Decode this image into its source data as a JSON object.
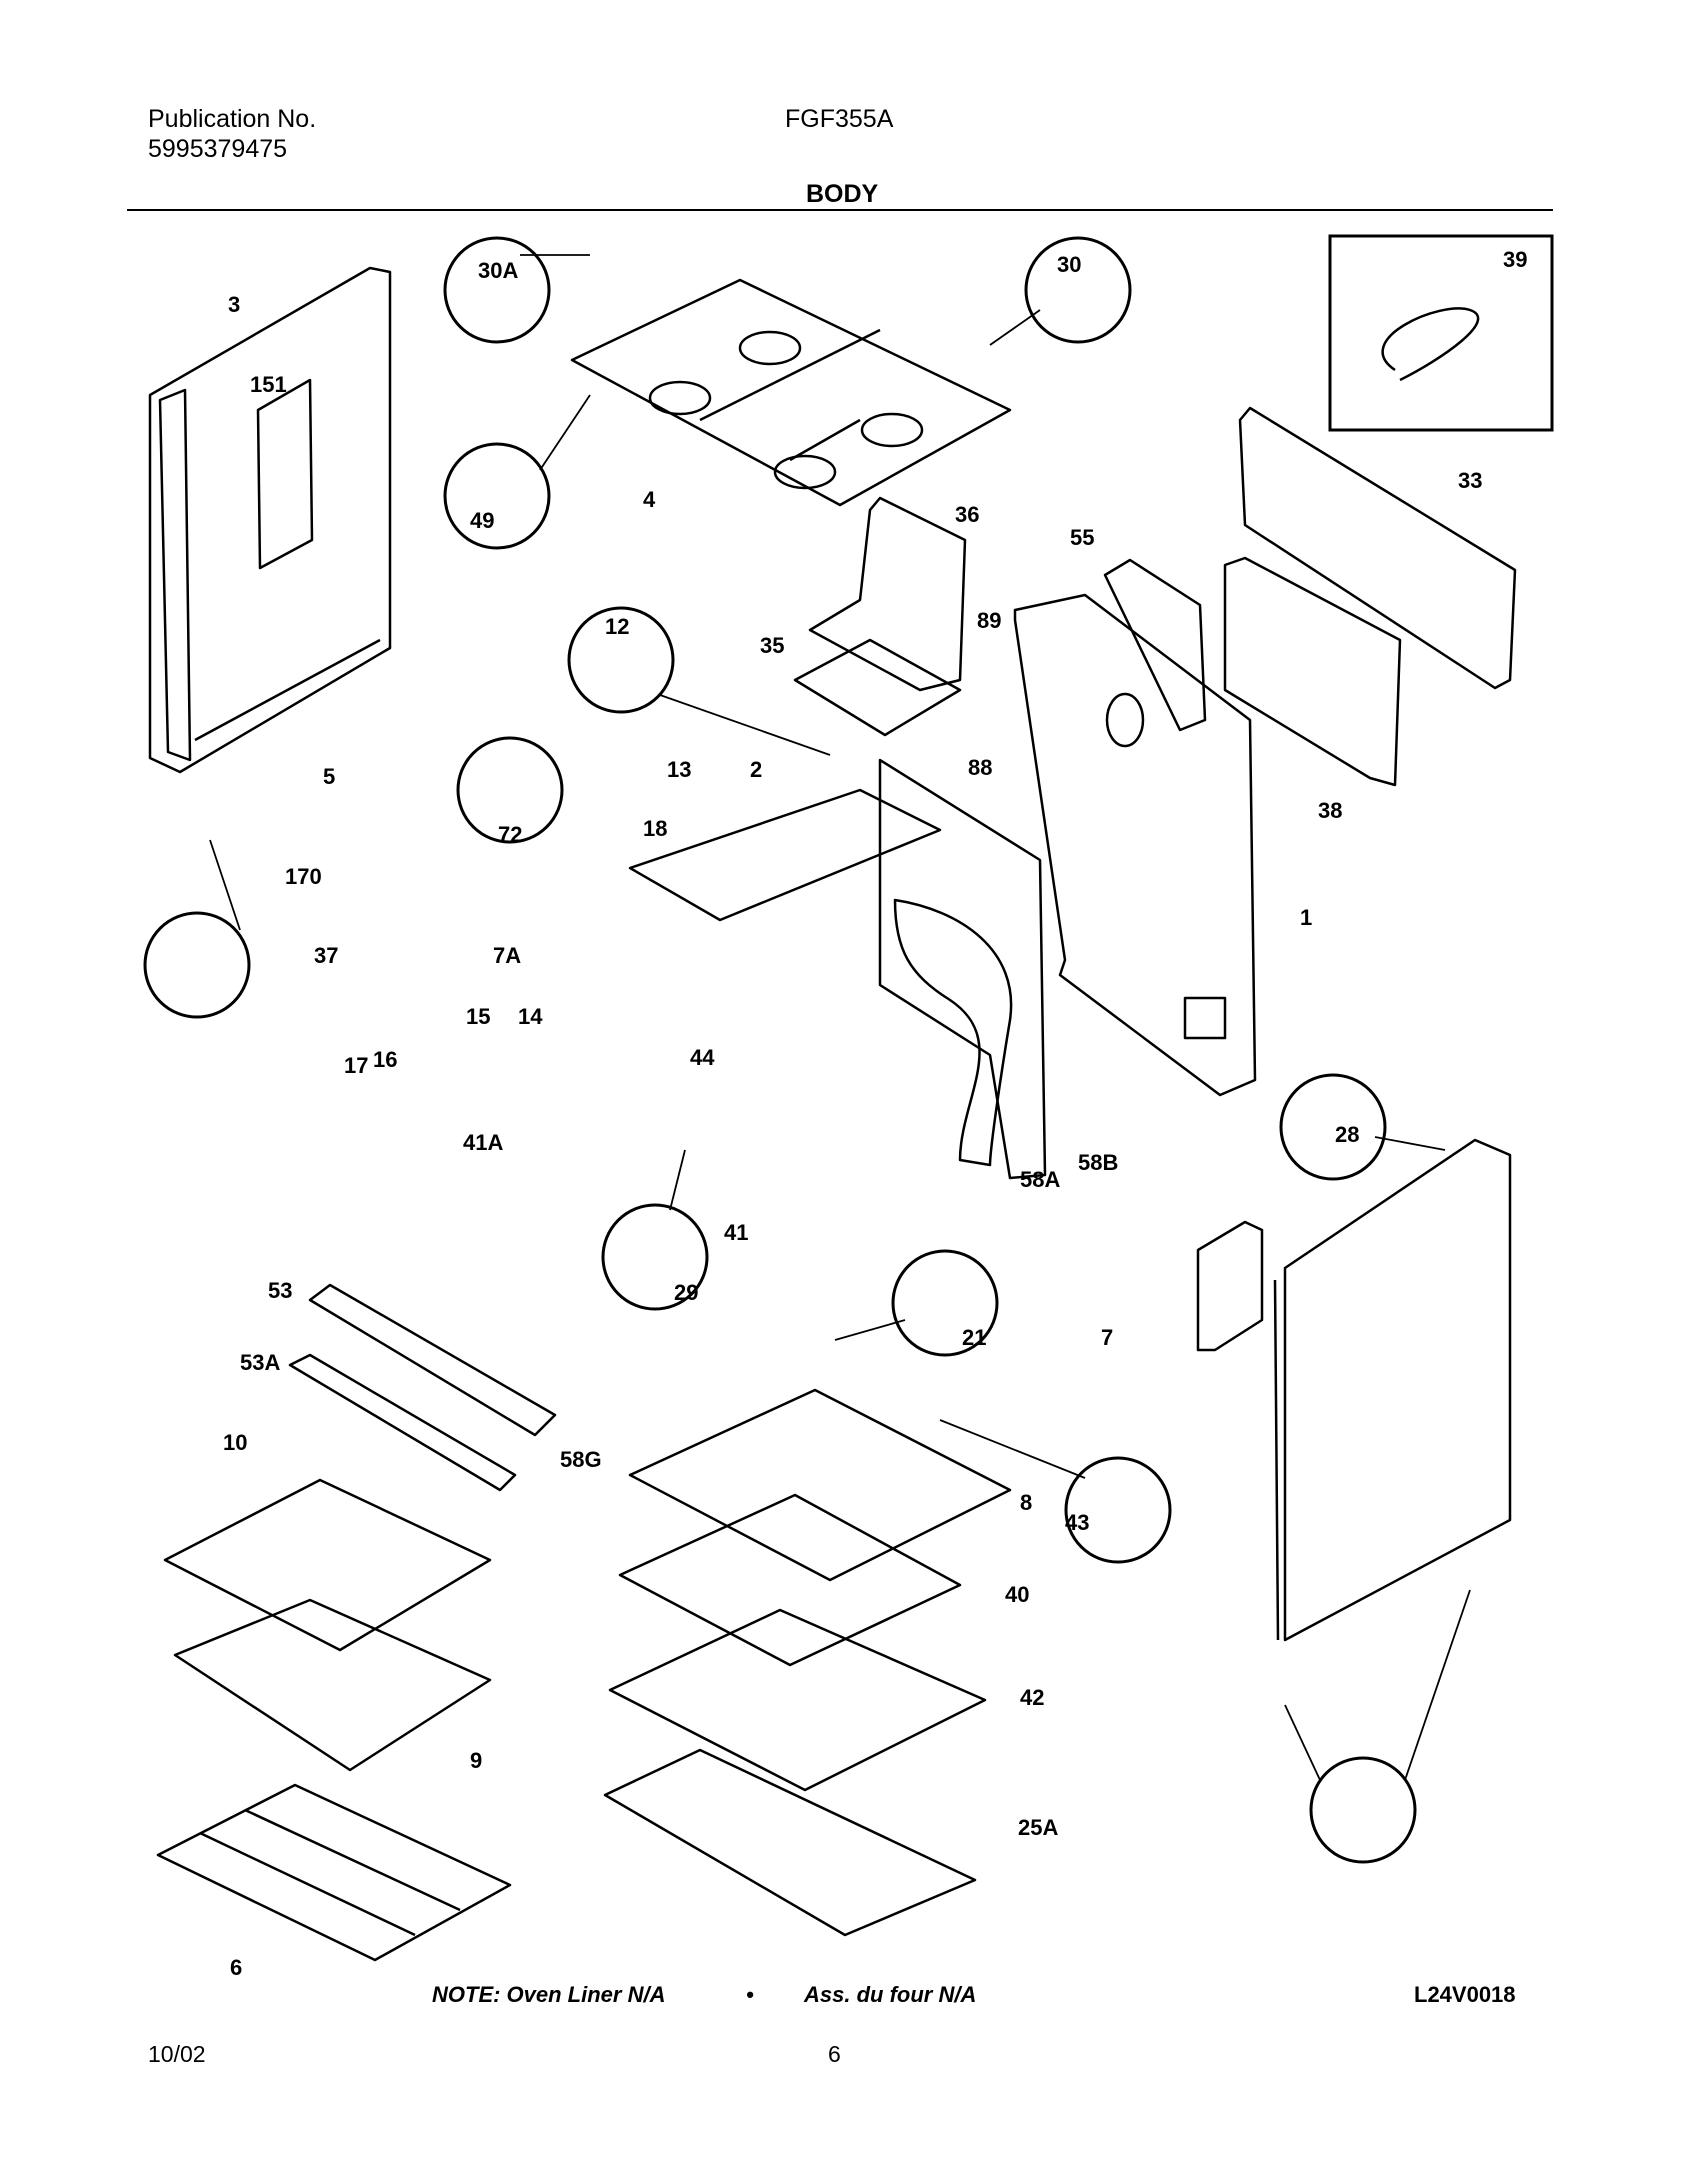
{
  "header": {
    "publication_label": "Publication No.",
    "publication_number": "5995379475",
    "model": "FGF355A",
    "section_title": "BODY"
  },
  "callouts": [
    "3",
    "151",
    "30A",
    "4",
    "49",
    "30",
    "39",
    "33",
    "36",
    "55",
    "12",
    "35",
    "89",
    "88",
    "38",
    "5",
    "13",
    "2",
    "18",
    "72",
    "170",
    "1",
    "37",
    "7A",
    "15",
    "14",
    "16",
    "17",
    "44",
    "41A",
    "58A",
    "58B",
    "29",
    "41",
    "21",
    "7",
    "28",
    "53",
    "53A",
    "58G",
    "10",
    "8",
    "43",
    "40",
    "9",
    "42",
    "25A",
    "6"
  ],
  "note": {
    "english": "NOTE: Oven Liner N/A",
    "separator": "•",
    "french": "Ass. du four N/A"
  },
  "drawing_code": "L24V0018",
  "footer": {
    "date": "10/02",
    "page": "6"
  }
}
